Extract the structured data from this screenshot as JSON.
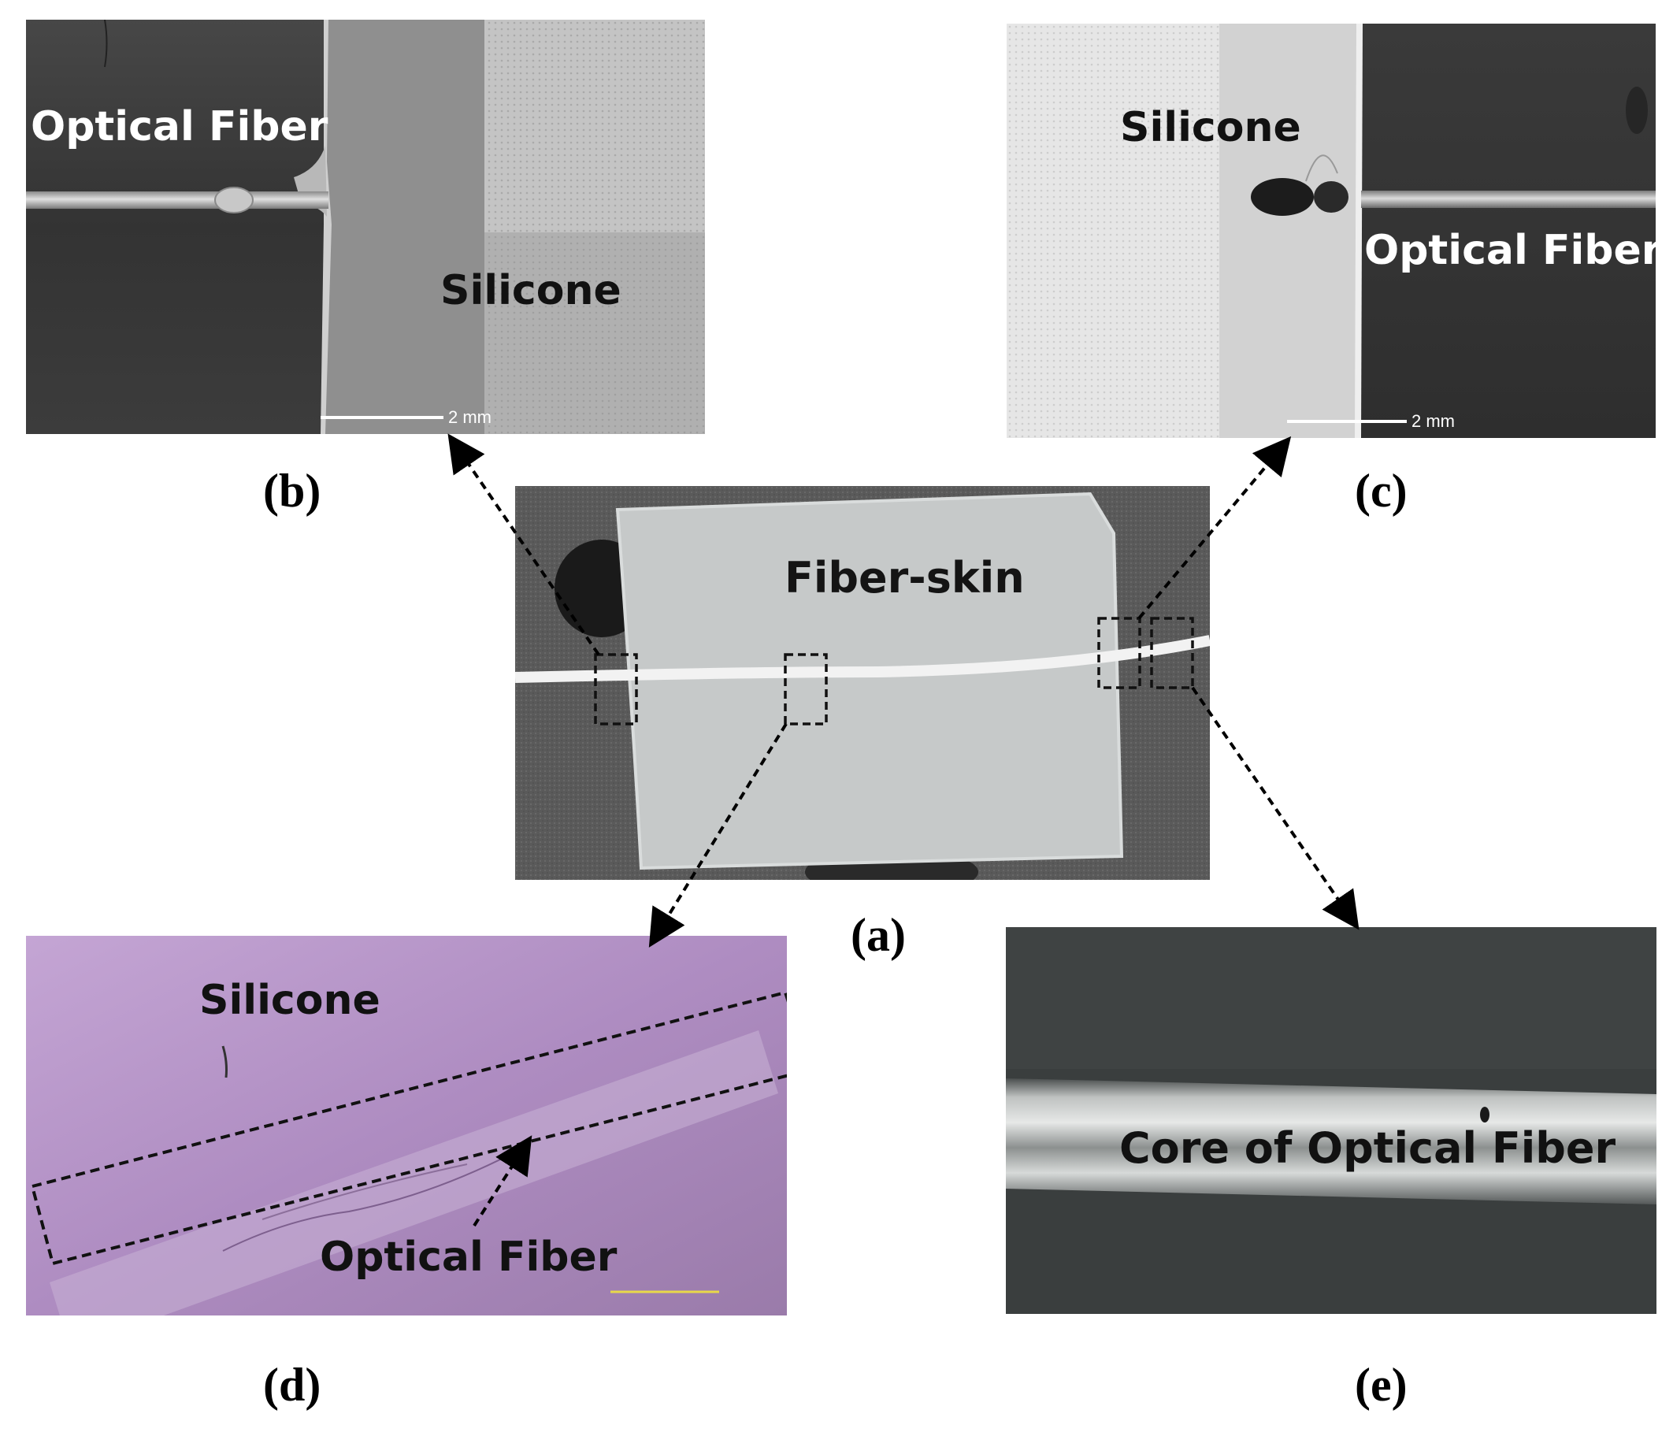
{
  "panel_b": {
    "label_fiber": "Optical Fiber",
    "label_silicone": "Silicone",
    "scale_text": "2 mm",
    "caption": "(b)"
  },
  "panel_c": {
    "label_silicone": "Silicone",
    "label_fiber": "Optical Fiber",
    "scale_text": "2 mm",
    "caption": "(c)"
  },
  "panel_a": {
    "label": "Fiber-skin",
    "caption": "(a)"
  },
  "panel_d": {
    "label_silicone": "Silicone",
    "label_fiber": "Optical Fiber",
    "caption": "(d)"
  },
  "panel_e": {
    "label_core": "Core of Optical Fiber",
    "caption": "(e)"
  }
}
